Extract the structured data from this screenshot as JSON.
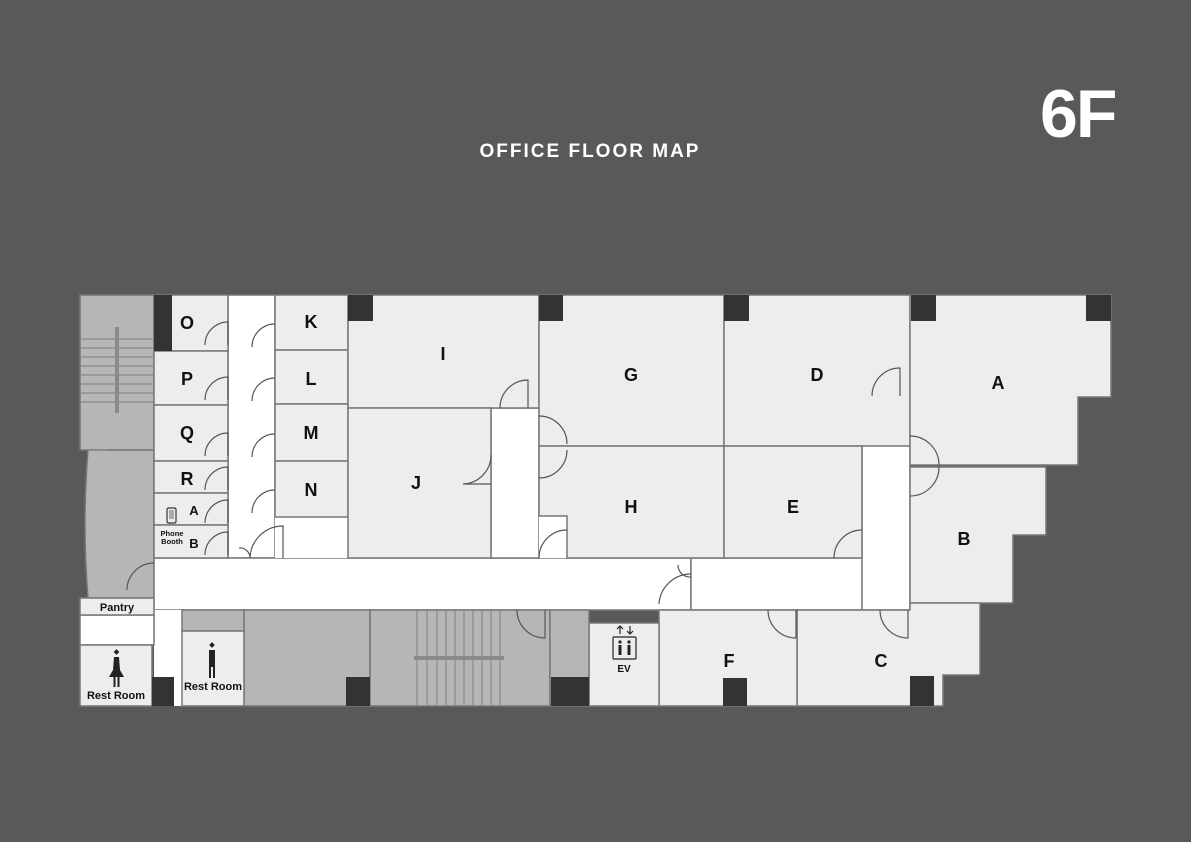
{
  "header": {
    "title": "OFFICE FLOOR MAP",
    "floor": "6F"
  },
  "colors": {
    "background": "#5a5859",
    "room": "#eceeed",
    "corridor": "#ffffff",
    "service": "#b5b6b5",
    "pillar": "#323433",
    "wall": "#777777"
  },
  "rooms": {
    "A": "A",
    "B": "B",
    "C": "C",
    "D": "D",
    "E": "E",
    "F": "F",
    "G": "G",
    "H": "H",
    "I": "I",
    "J": "J",
    "K": "K",
    "L": "L",
    "M": "M",
    "N": "N",
    "O": "O",
    "P": "P",
    "Q": "Q",
    "R": "R"
  },
  "phone_booth": {
    "label_line1": "Phone",
    "label_line2": "Booth",
    "booth_a": "A",
    "booth_b": "B"
  },
  "facilities": {
    "pantry": "Pantry",
    "restroom_women": "Rest Room",
    "restroom_men": "Rest Room",
    "elevator": "EV"
  }
}
